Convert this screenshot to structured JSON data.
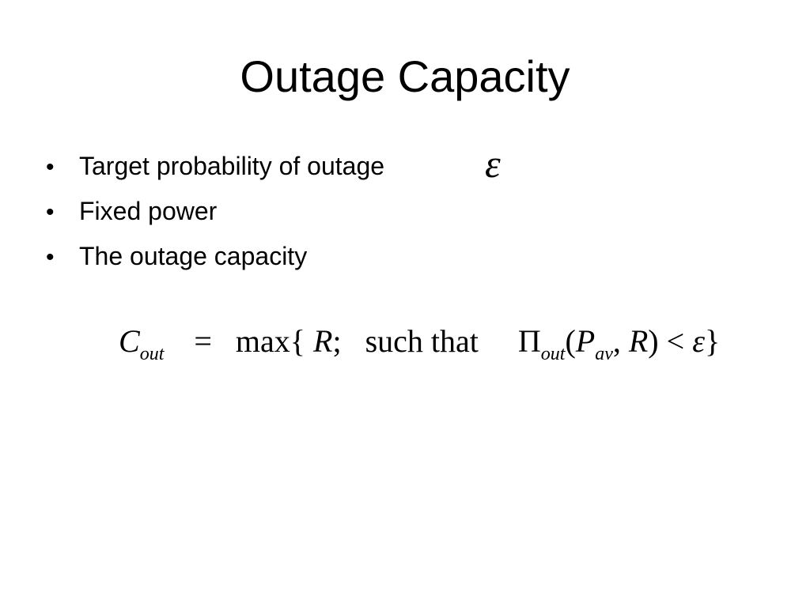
{
  "slide": {
    "title": "Outage Capacity",
    "bullet_symbol": "•",
    "bullets": [
      {
        "text": "Target probability of outage",
        "symbol": "ε"
      },
      {
        "text": "Fixed power"
      },
      {
        "text": "The outage capacity"
      }
    ],
    "formula": {
      "lhs": "C",
      "lhs_sub": "out",
      "equals": "=",
      "max_open": "max{",
      "var_r": "R",
      "semicolon": ";",
      "such_that": "such that",
      "pi": "Π",
      "pi_sub": "out",
      "paren_open": "(",
      "p": "P",
      "p_sub": "av",
      "comma": ",",
      "r": "R",
      "paren_close": ")",
      "less_than": "<",
      "epsilon": "ε",
      "brace_close": "}"
    }
  }
}
